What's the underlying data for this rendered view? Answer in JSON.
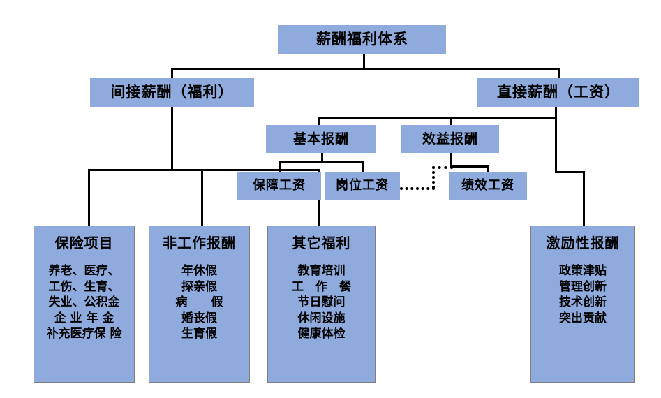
{
  "diagram": {
    "title": "薪酬福利体系",
    "nodes": {
      "root": "薪酬福利体系",
      "indirect": "间接薪酬（福利）",
      "direct": "直接薪酬（工资）",
      "basic_pay": "基本报酬",
      "benefit_pay": "效益报酬",
      "guarantee_wage": "保障工资",
      "post_wage": "岗位工资",
      "performance_wage": "绩效工资"
    },
    "panels": [
      {
        "header": "保险项目",
        "lines": [
          "养老、医疗、",
          "工伤、生育、",
          "失业、公积金",
          "企 业 年 金",
          "补充医疗保 险"
        ]
      },
      {
        "header": "非工作报酬",
        "lines": [
          "年休假",
          "探亲假",
          "病　　假",
          "婚丧假",
          "生育假"
        ]
      },
      {
        "header": "其它福利",
        "lines": [
          "教育培训",
          "工　作　餐",
          "节日慰问",
          "休闲设施",
          "健康体检"
        ]
      },
      {
        "header": "激励性报酬",
        "lines": [
          "政策津贴",
          "管理创新",
          "技术创新",
          "突出贡献"
        ]
      }
    ],
    "colors": {
      "box_fill": "#8faadc",
      "panel_border": "#7f7f7f",
      "connector": "#000000",
      "background": "#ffffff"
    }
  }
}
